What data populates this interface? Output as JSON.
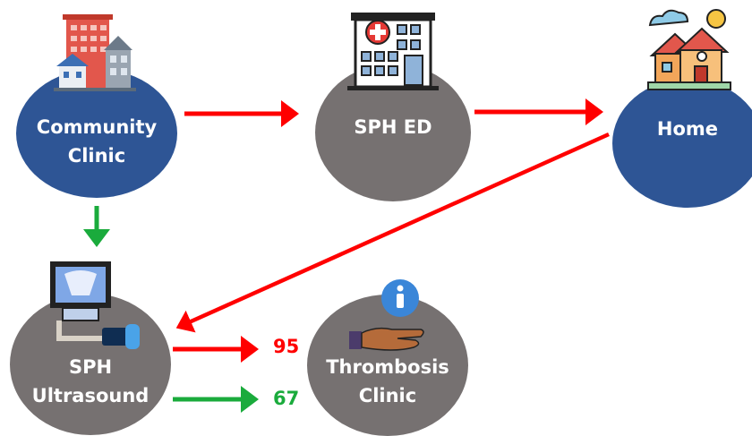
{
  "nodes": {
    "community_clinic": {
      "line1": "Community",
      "line2": "Clinic"
    },
    "sph_ed": {
      "line1": "SPH ED"
    },
    "home": {
      "line1": "Home"
    },
    "sph_ultrasound": {
      "line1": "SPH",
      "line2": "Ultrasound"
    },
    "thrombosis_clinic": {
      "line1": "Thrombosis",
      "line2": "Clinic"
    }
  },
  "counts": {
    "red": "95",
    "green": "67"
  },
  "icons": {
    "community_clinic": "buildings-icon",
    "sph_ed": "hospital-icon",
    "home": "houses-icon",
    "sph_ultrasound": "ultrasound-machine-icon",
    "thrombosis_clinic": "info-hand-icon"
  },
  "colors": {
    "blue_node": "#2e5595",
    "gray_node": "#767171",
    "red_arrow": "#ff0000",
    "green_arrow": "#1aab3c"
  }
}
